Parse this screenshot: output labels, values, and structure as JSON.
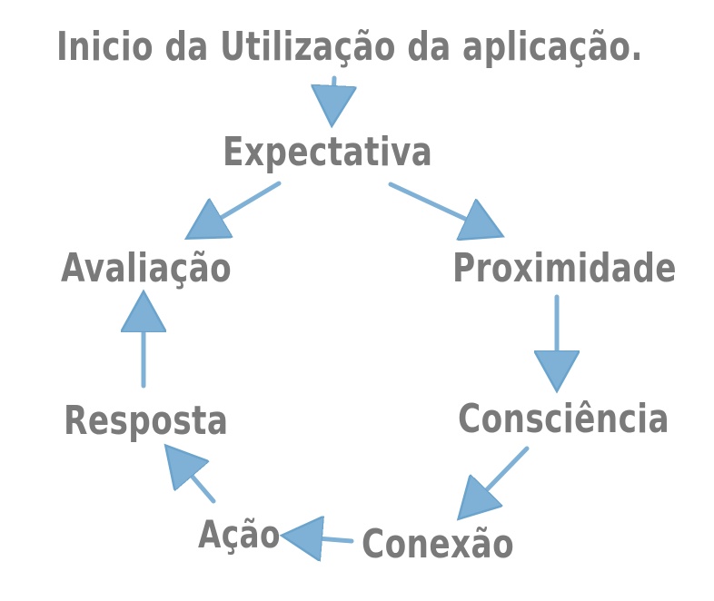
{
  "title": "Inicio da Utilização da aplicação.",
  "nodes": {
    "expectativa": "Expectativa",
    "proximidade": "Proximidade",
    "consciencia": "Consciência",
    "conexao": "Conexão",
    "acao": "Ação",
    "resposta": "Resposta",
    "avaliacao": "Avaliação"
  },
  "colors": {
    "text": "#7a7a7a",
    "arrow": "#7fb1d6"
  }
}
